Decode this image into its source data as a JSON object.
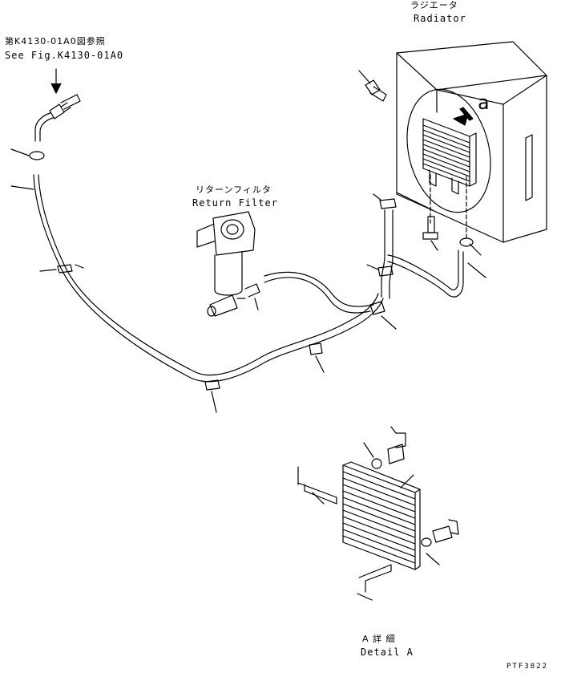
{
  "labels": {
    "ref_jp": "第K4130-01A0図参照",
    "ref_en": "See Fig.K4130-01A0",
    "radiator_jp": "ラジエータ",
    "radiator_en": "Radiator",
    "filter_jp": "リターンフィルタ",
    "filter_en": "Return Filter",
    "view_a": "a",
    "detail_jp": "A 詳 細",
    "detail_en": "Detail A",
    "drawing_no": "PTF3822"
  }
}
